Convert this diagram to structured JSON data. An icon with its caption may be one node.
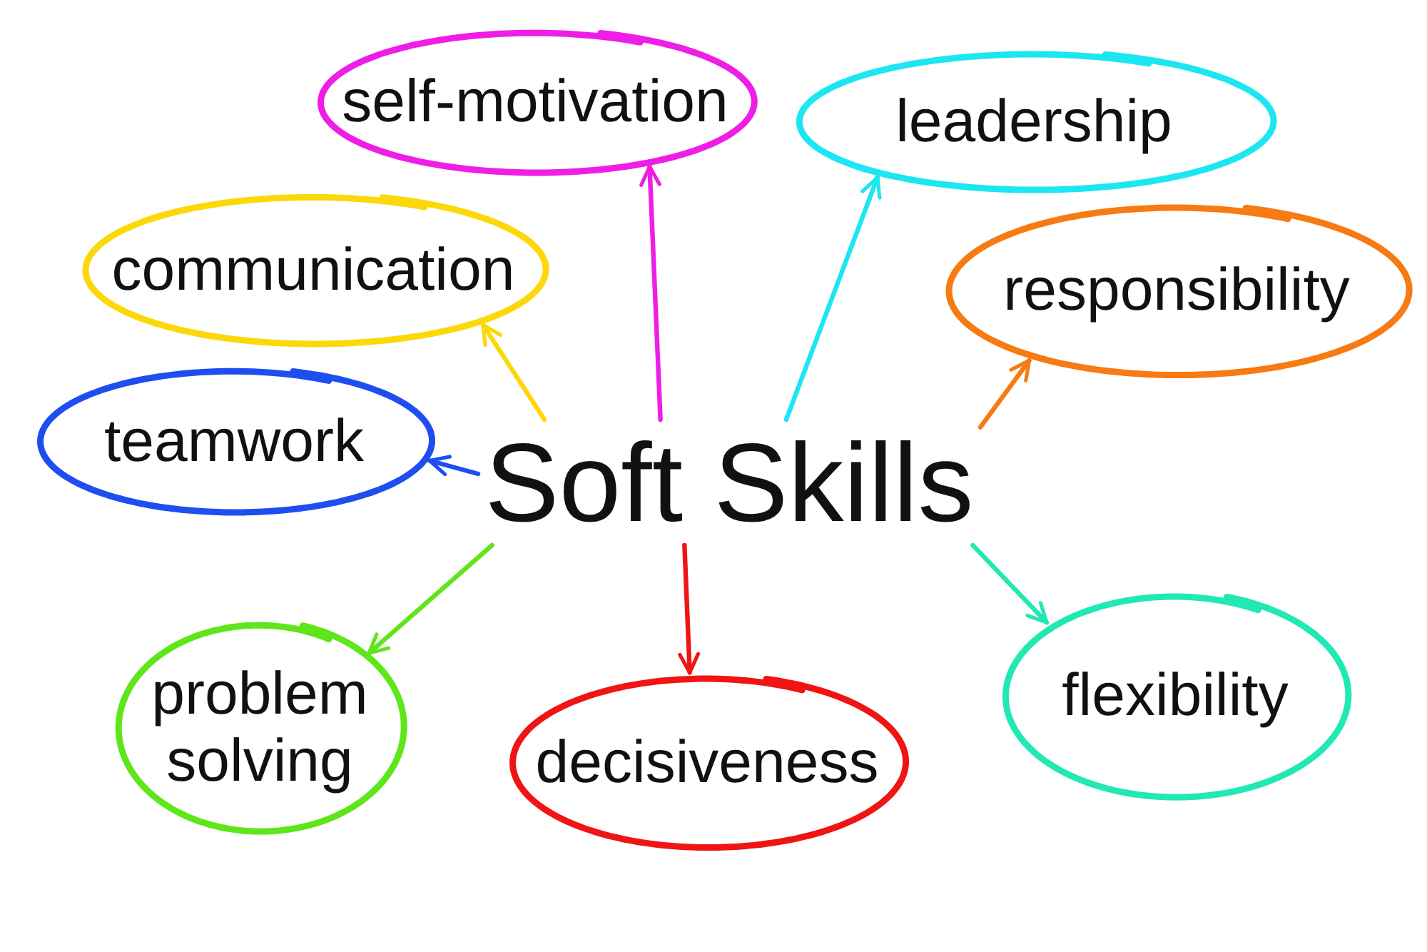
{
  "diagram": {
    "nodes": [
      {
        "text": [
          "Soft Skills"
        ]
      },
      {
        "text": [
          "self-motivation"
        ]
      },
      {
        "text": [
          "leadership"
        ]
      },
      {
        "text": [
          "communication"
        ]
      },
      {
        "text": [
          "responsibility"
        ]
      },
      {
        "text": [
          "teamwork"
        ]
      },
      {
        "text": [
          "problem solving"
        ]
      },
      {
        "text": [
          "decisiveness"
        ]
      },
      {
        "text": [
          "flexibility"
        ]
      }
    ],
    "edges": [
      {
        "from": 0,
        "to": 1,
        "arrow": "to",
        "color": "#ee1ee6"
      },
      {
        "from": 0,
        "to": 2,
        "arrow": "to",
        "color": "#1de6f2"
      },
      {
        "from": 0,
        "to": 3,
        "arrow": "to",
        "color": "#fcd80a"
      },
      {
        "from": 0,
        "to": 4,
        "arrow": "to",
        "color": "#f77a12"
      },
      {
        "from": 0,
        "to": 5,
        "arrow": "to",
        "color": "#1f4ef0"
      },
      {
        "from": 0,
        "to": 6,
        "arrow": "to",
        "color": "#5ee61a"
      },
      {
        "from": 0,
        "to": 7,
        "arrow": "to",
        "color": "#f01414"
      },
      {
        "from": 0,
        "to": 8,
        "arrow": "to",
        "color": "#22e8b4"
      }
    ]
  }
}
